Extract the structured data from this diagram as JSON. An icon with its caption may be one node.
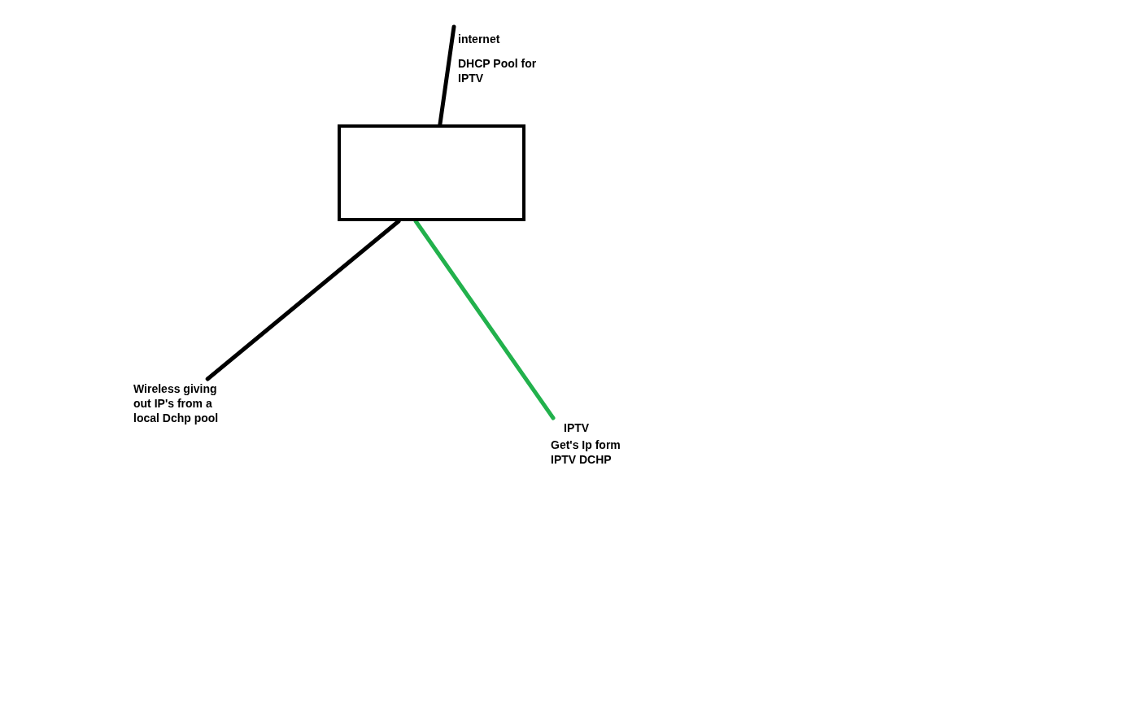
{
  "diagram": {
    "nodes": [
      {
        "text": [
          "internet",
          "DHCP Pool for IPTV"
        ]
      },
      {
        "text": [],
        "shape": "box"
      },
      {
        "text": [
          "Wireless giving out IP's from a local Dchp pool"
        ]
      },
      {
        "text": [
          "IPTV",
          "Get's Ip form IPTV DCHP"
        ]
      }
    ],
    "edges": [
      {
        "from": 0,
        "to": 1,
        "arrow": "none"
      },
      {
        "from": 1,
        "to": 2,
        "arrow": "none"
      },
      {
        "from": 1,
        "to": 3,
        "arrow": "none",
        "color": "#22b14c"
      }
    ]
  }
}
